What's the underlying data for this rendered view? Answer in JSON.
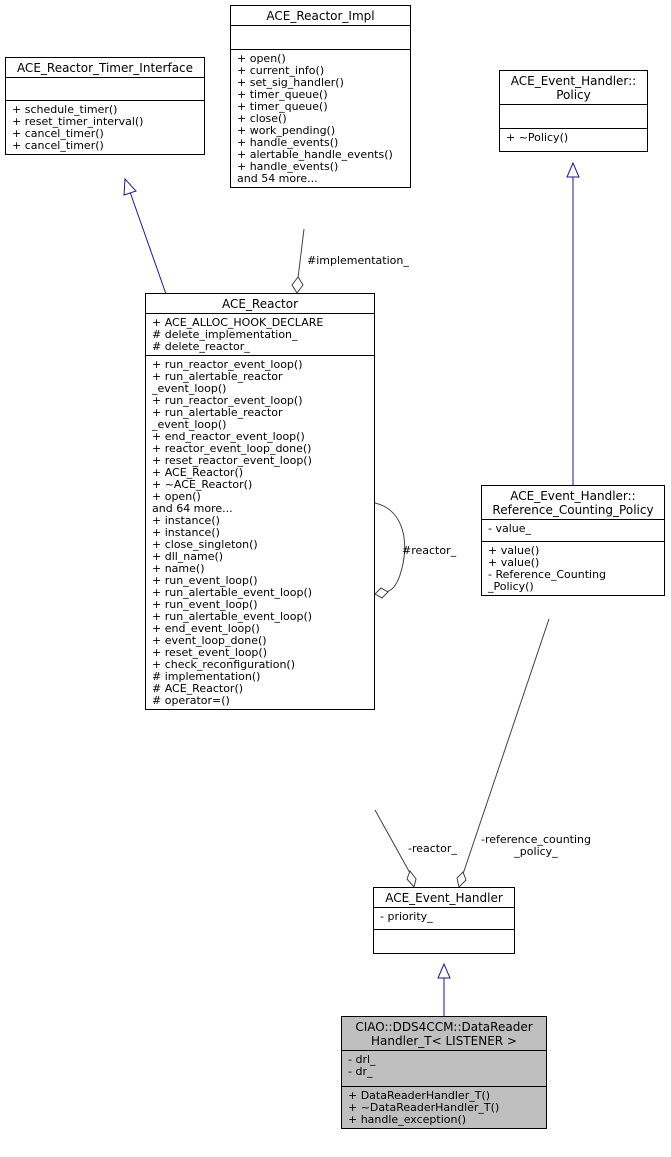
{
  "classes": {
    "timer_interface": {
      "name": "ACE_Reactor_Timer_Interface",
      "attributes": [],
      "methods": [
        "+ schedule_timer()",
        "+ reset_timer_interval()",
        "+ cancel_timer()",
        "+ cancel_timer()"
      ]
    },
    "reactor_impl": {
      "name": "ACE_Reactor_Impl",
      "attributes": [],
      "methods": [
        "+ open()",
        "+ current_info()",
        "+ set_sig_handler()",
        "+ timer_queue()",
        "+ timer_queue()",
        "+ close()",
        "+ work_pending()",
        "+ handle_events()",
        "+ alertable_handle_events()",
        "+ handle_events()",
        "and 54 more..."
      ]
    },
    "policy": {
      "name_lines": [
        "ACE_Event_Handler::",
        "Policy"
      ],
      "attributes": [],
      "methods": [
        "+ ~Policy()"
      ]
    },
    "reactor": {
      "name": "ACE_Reactor",
      "attributes": [
        "+ ACE_ALLOC_HOOK_DECLARE",
        "# delete_implementation_",
        "# delete_reactor_"
      ],
      "methods": [
        "+ run_reactor_event_loop()",
        "+ run_alertable_reactor",
        "_event_loop()",
        "+ run_reactor_event_loop()",
        "+ run_alertable_reactor",
        "_event_loop()",
        "+ end_reactor_event_loop()",
        "+ reactor_event_loop_done()",
        "+ reset_reactor_event_loop()",
        "+ ACE_Reactor()",
        "+ ~ACE_Reactor()",
        "+ open()",
        "and 64 more...",
        "+ instance()",
        "+ instance()",
        "+ close_singleton()",
        "+ dll_name()",
        "+ name()",
        "+ run_event_loop()",
        "+ run_alertable_event_loop()",
        "+ run_event_loop()",
        "+ run_alertable_event_loop()",
        "+ end_event_loop()",
        "+ event_loop_done()",
        "+ reset_event_loop()",
        "+ check_reconfiguration()",
        "# implementation()",
        "# ACE_Reactor()",
        "# operator=()"
      ]
    },
    "ref_policy": {
      "name_lines": [
        "ACE_Event_Handler::",
        "Reference_Counting_Policy"
      ],
      "attributes": [
        "- value_"
      ],
      "methods": [
        "+ value()",
        "+ value()",
        "- Reference_Counting",
        "_Policy()"
      ]
    },
    "event_handler": {
      "name": "ACE_Event_Handler",
      "attributes": [
        "- priority_"
      ],
      "methods": []
    },
    "data_reader_handler": {
      "name_lines": [
        "CIAO::DDS4CCM::DataReader",
        "Handler_T< LISTENER >"
      ],
      "attributes": [
        "- drl_",
        "- dr_"
      ],
      "methods": [
        "+ DataReaderHandler_T()",
        "+ ~DataReaderHandler_T()",
        "+ handle_exception()"
      ]
    }
  },
  "edge_labels": {
    "implementation": "#implementation_",
    "reactor_self": "#reactor_",
    "reactor": "-reactor_",
    "ref_counting_lines": [
      "-reference_counting",
      "_policy_"
    ]
  },
  "colors": {
    "inheritance": "#1a1a80",
    "association": "#404040",
    "focus_fill": "#bfbfbf"
  }
}
